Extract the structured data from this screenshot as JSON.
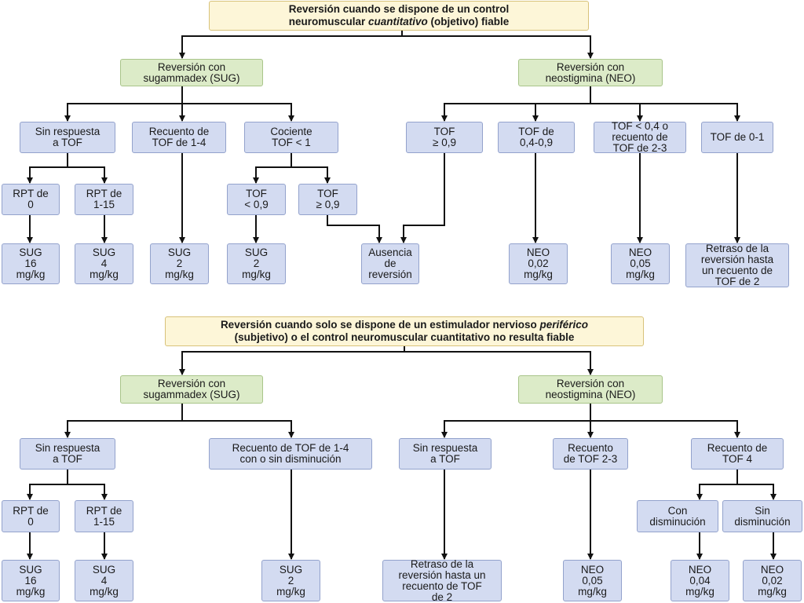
{
  "top": {
    "title": {
      "a": "Reversión cuando se dispone de un control\nneuromuscular ",
      "em": "cuantitativo",
      "b": " (objetivo) fiable"
    },
    "sug": "Reversión con\nsugammadex (SUG)",
    "neo": "Reversión con\nneostigmina (NEO)",
    "sin_respuesta": "Sin respuesta\na TOF",
    "recuento_1_4": "Recuento de\nTOF de 1-4",
    "cociente": "Cociente\nTOF < 1",
    "rpt0": "RPT de\n0",
    "rpt1_15": "RPT de\n1-15",
    "tof_lt09": "TOF\n< 0,9",
    "tof_ge09": "TOF\n≥ 0,9",
    "sug16": "SUG\n16\nmg/kg",
    "sug4": "SUG\n4\nmg/kg",
    "sug2a": "SUG\n2\nmg/kg",
    "sug2b": "SUG\n2\nmg/kg",
    "ausencia": "Ausencia\nde\nreversión",
    "neo_tof_ge09": "TOF\n≥ 0,9",
    "neo_tof_04_09": "TOF de\n0,4-0,9",
    "neo_tof_lt04": "TOF < 0,4 o\nrecuento de\nTOF de 2-3",
    "neo_tof_0_1": "TOF de 0-1",
    "neo002": "NEO\n0,02\nmg/kg",
    "neo005": "NEO\n0,05\nmg/kg",
    "retraso": "Retraso de la\nreversión hasta\nun recuento de\nTOF de 2"
  },
  "bottom": {
    "title": {
      "a": "Reversión cuando solo se dispone de un estimulador nervioso ",
      "em": "periférico",
      "b": "\n(subjetivo) o el control neuromuscular cuantitativo no resulta fiable"
    },
    "sug": "Reversión con\nsugammadex (SUG)",
    "neo": "Reversión con\nneostigmina (NEO)",
    "sin_respuesta": "Sin respuesta\na TOF",
    "recuento_1_4": "Recuento de TOF de 1-4\ncon o sin disminución",
    "rpt0": "RPT de\n0",
    "rpt1_15": "RPT de\n1-15",
    "sug16": "SUG\n16\nmg/kg",
    "sug4": "SUG\n4\nmg/kg",
    "sug2": "SUG\n2\nmg/kg",
    "neo_sin_respuesta": "Sin respuesta\na TOF",
    "neo_recuento_2_3": "Recuento\nde TOF 2-3",
    "neo_recuento_4": "Recuento de\nTOF 4",
    "con_dism": "Con\ndisminución",
    "sin_dism": "Sin\ndisminución",
    "retraso": "Retraso de la\nreversión hasta un\nrecuento de TOF\nde 2",
    "neo005": "NEO\n0,05\nmg/kg",
    "neo004": "NEO\n0,04\nmg/kg",
    "neo002": "NEO\n0,02\nmg/kg"
  }
}
